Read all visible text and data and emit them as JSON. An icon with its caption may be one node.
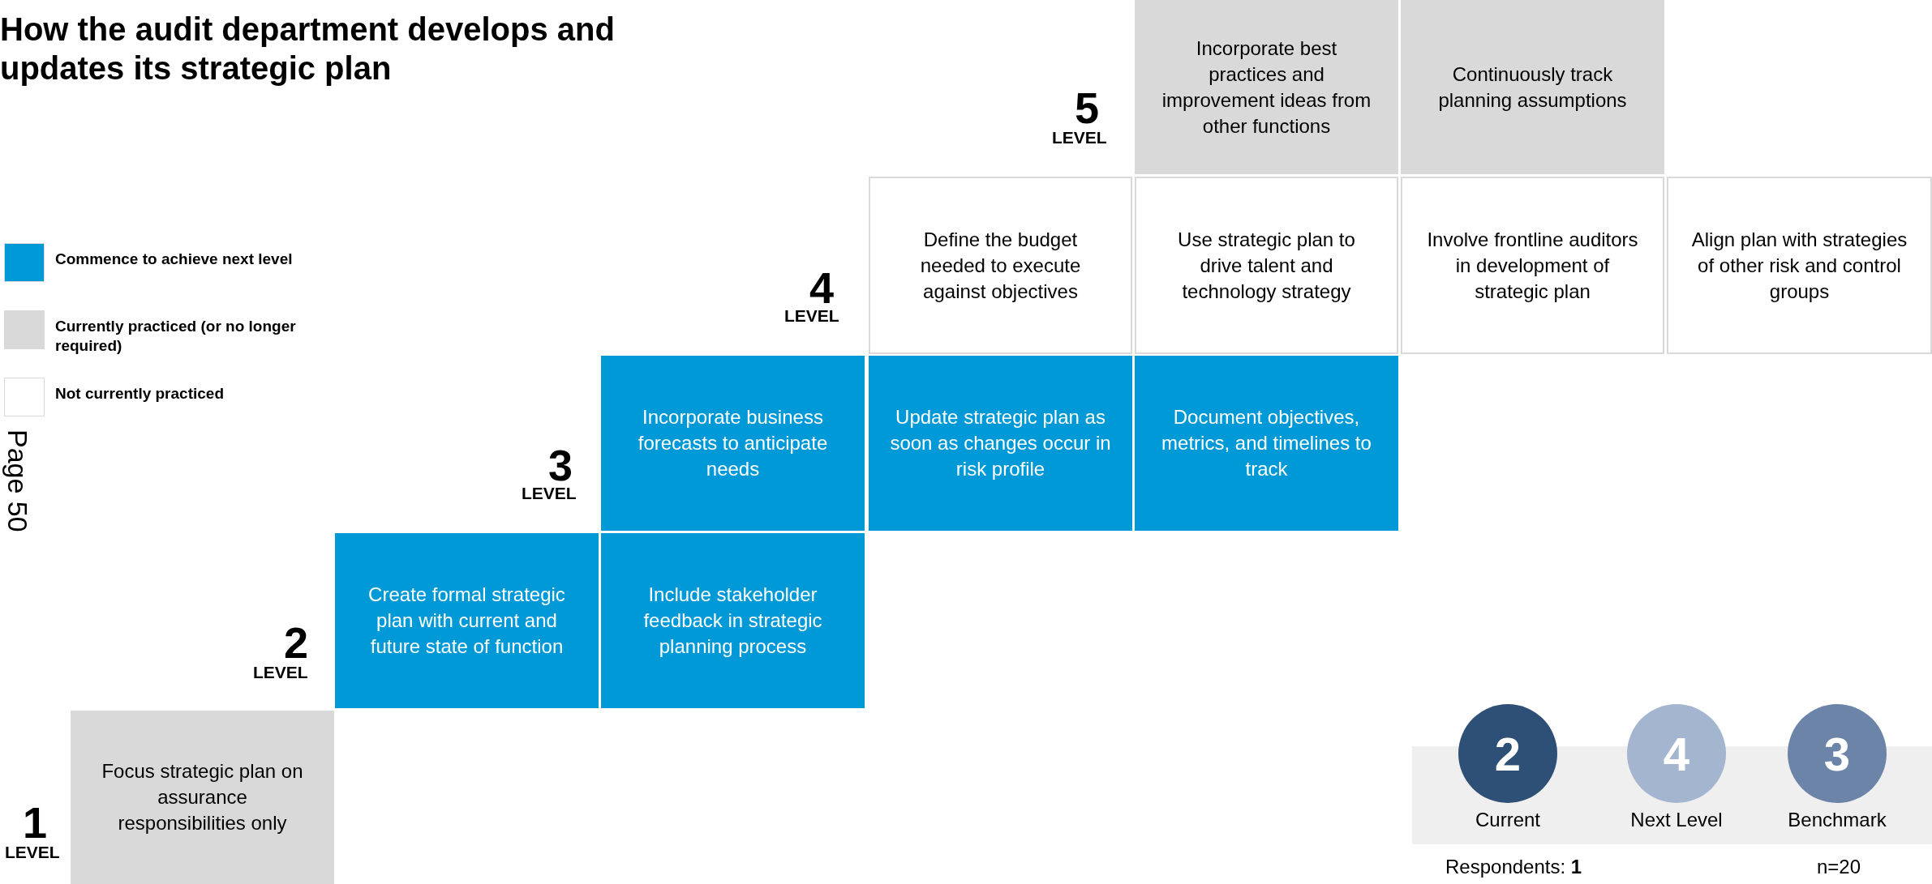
{
  "diagram": {
    "title": "How the audit department develops and updates its strategic plan",
    "nodes": [
      {
        "text": [
          "Incorporate best practices and improvement ideas from other functions"
        ]
      },
      {
        "text": [
          "Continuously track planning assumptions"
        ]
      },
      {
        "text": [
          "Define the budget needed to execute against objectives"
        ]
      },
      {
        "text": [
          "Use strategic plan to drive talent and technology strategy"
        ]
      },
      {
        "text": [
          "Involve frontline auditors in development of strategic plan"
        ]
      },
      {
        "text": [
          "Align plan with strategies of other risk and control groups"
        ]
      },
      {
        "text": [
          "Incorporate business forecasts to anticipate needs"
        ]
      },
      {
        "text": [
          "Update strategic plan as soon as changes occur in risk profile"
        ]
      },
      {
        "text": [
          "Document objectives, metrics, and timelines to track"
        ]
      },
      {
        "text": [
          "Create formal strategic plan with current and future state of function"
        ]
      },
      {
        "text": [
          "Include stakeholder feedback in strategic planning process"
        ]
      },
      {
        "text": [
          "Focus strategic plan on assurance responsibilities only"
        ]
      },
      {
        "text": [
          "2",
          "Current"
        ]
      },
      {
        "text": [
          "4",
          "Next Level"
        ]
      },
      {
        "text": [
          "3",
          "Benchmark"
        ]
      }
    ],
    "labels": [
      "5",
      "LEVEL",
      "4",
      "LEVEL",
      "3",
      "LEVEL",
      "Page 50",
      "2",
      "LEVEL",
      "1",
      "LEVEL",
      "Respondents: **1**",
      "n=20"
    ],
    "legend": [
      {
        "text": "Commence to achieve next level",
        "color": "#0099d8"
      },
      {
        "text": "Currently practiced (or no longer required)",
        "color": "#d9d9d9"
      },
      {
        "text": "Not currently practiced",
        "color": "#ffffff"
      }
    ]
  }
}
